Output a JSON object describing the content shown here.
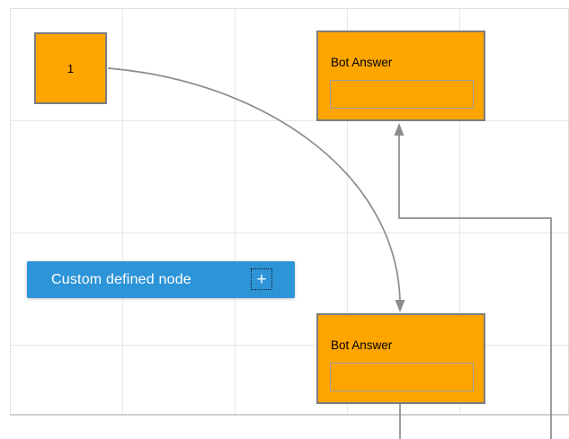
{
  "colors": {
    "node_fill": "#FFA500",
    "node_border": "#7C7C7C",
    "field_border": "#9C9C9C",
    "connector": "#8C8C8C",
    "grid_line": "#E7E7E7",
    "canvas_border": "#E0E0E0",
    "canvas_border_bottom": "#D0D0D0",
    "button_fill": "#2E94D8",
    "node_text": "#000000",
    "button_text": "#FFFFFF"
  },
  "nodes": {
    "start": {
      "label": "1"
    },
    "bot_answer_top": {
      "title": "Bot Answer",
      "field_value": "",
      "field_placeholder": ""
    },
    "bot_answer_bottom": {
      "title": "Bot Answer",
      "field_value": "",
      "field_placeholder": ""
    }
  },
  "palette": {
    "custom_node_label": "Custom defined node",
    "add_icon_symbol": "+"
  }
}
